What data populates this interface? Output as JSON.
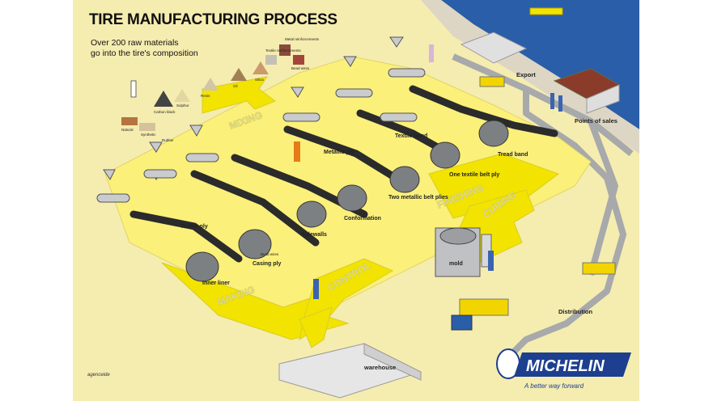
{
  "title": "TIRE MANUFACTURING PROCESS",
  "subtitle_line1": "Over 200 raw materials",
  "subtitle_line2": "go into the tire's composition",
  "raw_materials": [
    "Metal reinforcements",
    "Textile reinforcements",
    "Bead wires",
    "Carbon black",
    "Sulphur",
    "Natural",
    "Synthetic",
    "Rubber",
    "Resin",
    "Oil",
    "Silica"
  ],
  "stages": {
    "mixing": "MIXING",
    "making": "MAKING",
    "finishing": "FINISHING",
    "curing": "CURING",
    "control": "CONTROL"
  },
  "steps": {
    "inner_liner": "Inner liner",
    "casing_ply": "Casing ply",
    "bead_wires": "Bead wires",
    "textile_ply": "Textile ply",
    "sidewalls": "Sidewalls",
    "conformation": "Conformation",
    "metallic_ply": "Metallic ply",
    "two_metallic_belt_plies": "Two metallic belt plies",
    "one_textile_belt_ply": "One textile belt ply",
    "textile_band": "Textile band",
    "tread_band": "Tread band",
    "mold": "mold"
  },
  "logistics": {
    "export": "Export",
    "points_of_sales": "Points of sales",
    "distribution": "Distribution",
    "warehouse": "warehouse"
  },
  "brand": {
    "name": "MICHELIN",
    "tagline": "A better way forward",
    "agency": "agenceide"
  },
  "colors": {
    "background": "#f5ecb0",
    "sea": "#2a5ea8",
    "arrow": "#f2e400",
    "belt": "#2b2b2b",
    "road": "#a7a9ab",
    "brand_blue": "#1d3f8f"
  }
}
